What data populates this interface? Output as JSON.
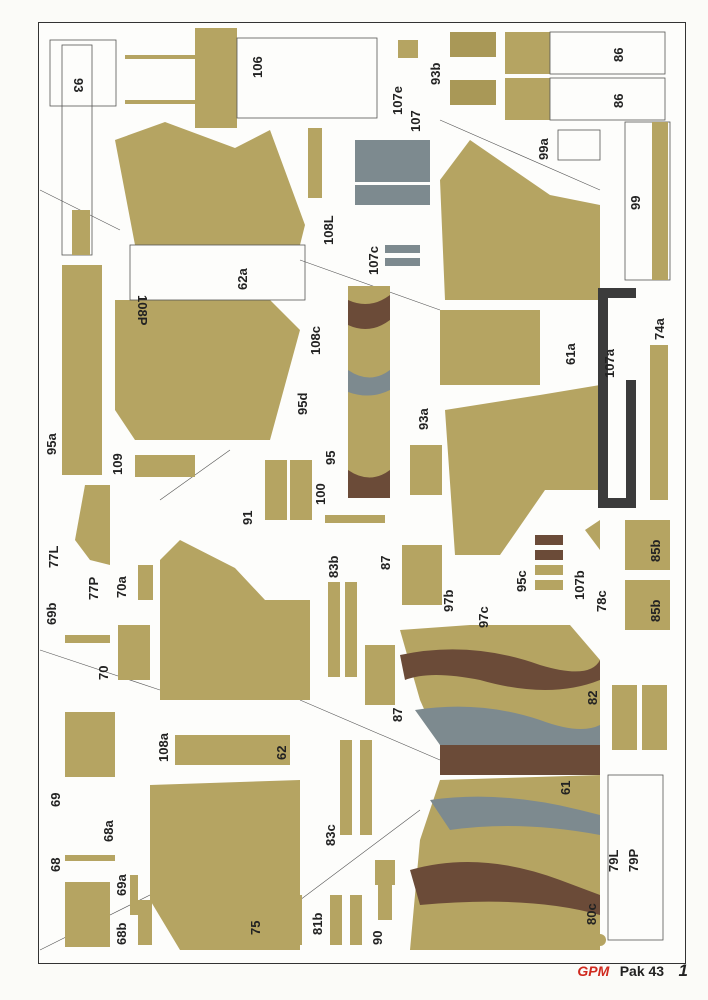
{
  "footer": {
    "brand": "GPM",
    "model": "Pak 43",
    "page": "1"
  },
  "parts": {
    "p93": "93",
    "p106": "106",
    "p107e": "107e",
    "p107": "107",
    "p93b": "93b",
    "p86a": "86",
    "p86b": "86",
    "p99a": "99a",
    "p99": "99",
    "p108L": "108L",
    "p107c": "107c",
    "p108P": "108P",
    "p62a": "62a",
    "p108c": "108c",
    "p95d": "95d",
    "p95": "95",
    "p93a": "93a",
    "p61a": "61a",
    "p107a": "107a",
    "p74a": "74a",
    "p95a": "95a",
    "p109": "109",
    "p91": "91",
    "p100": "100",
    "p77L": "77L",
    "p77P": "77P",
    "p70a": "70a",
    "p83b": "83b",
    "p87a": "87",
    "p97b": "97b",
    "p95c": "95c",
    "p107b": "107b",
    "p85ba": "85b",
    "p85bb": "85b",
    "p69b": "69b",
    "p70": "70",
    "p97c": "97c",
    "p78c": "78c",
    "p87b": "87",
    "p82": "82",
    "p108a": "108a",
    "p62": "62",
    "p69": "69",
    "p61": "61",
    "p83c": "83c",
    "p68a": "68a",
    "p69a": "69a",
    "p79L": "79L",
    "p79P": "79P",
    "p68": "68",
    "p68b": "68b",
    "p75": "75",
    "p81b": "81b",
    "p90": "90",
    "p80c": "80c"
  }
}
